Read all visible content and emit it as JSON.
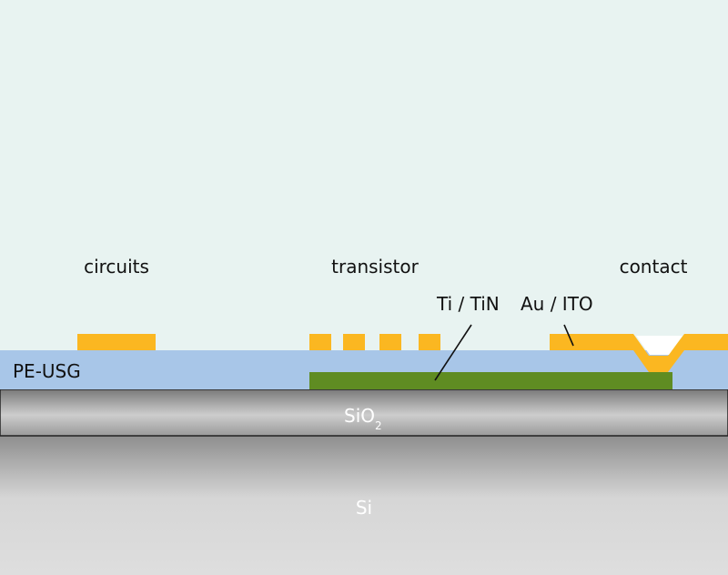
{
  "labels": {
    "circuits": "circuits",
    "transistor": "transistor",
    "contact": "contact",
    "ti_tin": "Ti / TiN",
    "au_ito": "Au / ITO",
    "pe_usg": "PE-USG",
    "sio2_base": "SiO",
    "sio2_sub": "2",
    "si": "Si"
  },
  "colors": {
    "background": "#e8f3f1",
    "pe_usg": "#a8c6e8",
    "gold": "#fbb721",
    "green": "#5f8c22",
    "sio2": "#a8a8a8",
    "si": "#c2c2c2"
  }
}
